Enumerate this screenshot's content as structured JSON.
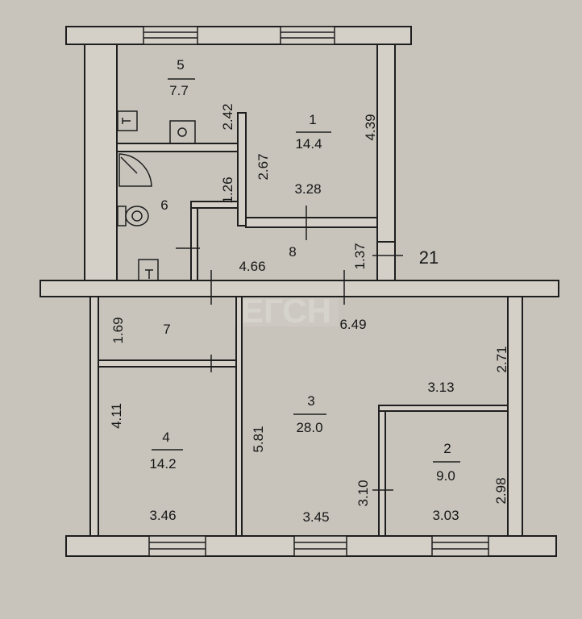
{
  "plan": {
    "watermark": "ЕГСН",
    "unit_number": "21",
    "rooms": [
      {
        "id": "1",
        "area": "14.4",
        "dims": [
          "4.39",
          "2.67",
          "3.28"
        ]
      },
      {
        "id": "2",
        "area": "9.0",
        "dims": [
          "2.98",
          "3.03",
          "3.10"
        ]
      },
      {
        "id": "3",
        "area": "28.0",
        "dims": [
          "5.81",
          "6.49",
          "2.71",
          "3.13",
          "3.45"
        ]
      },
      {
        "id": "4",
        "area": "14.2",
        "dims": [
          "4.11",
          "3.46"
        ]
      },
      {
        "id": "5",
        "area": "7.7",
        "dims": [
          "2.42"
        ]
      },
      {
        "id": "6",
        "dims": [
          "1.26"
        ]
      },
      {
        "id": "7",
        "dims": [
          "1.69"
        ]
      },
      {
        "id": "8",
        "dims": [
          "4.66",
          "1.37"
        ]
      }
    ]
  },
  "colors": {
    "background": "#c8c4bc",
    "wall": "#d4d0c8",
    "line": "#1e1e1e"
  }
}
